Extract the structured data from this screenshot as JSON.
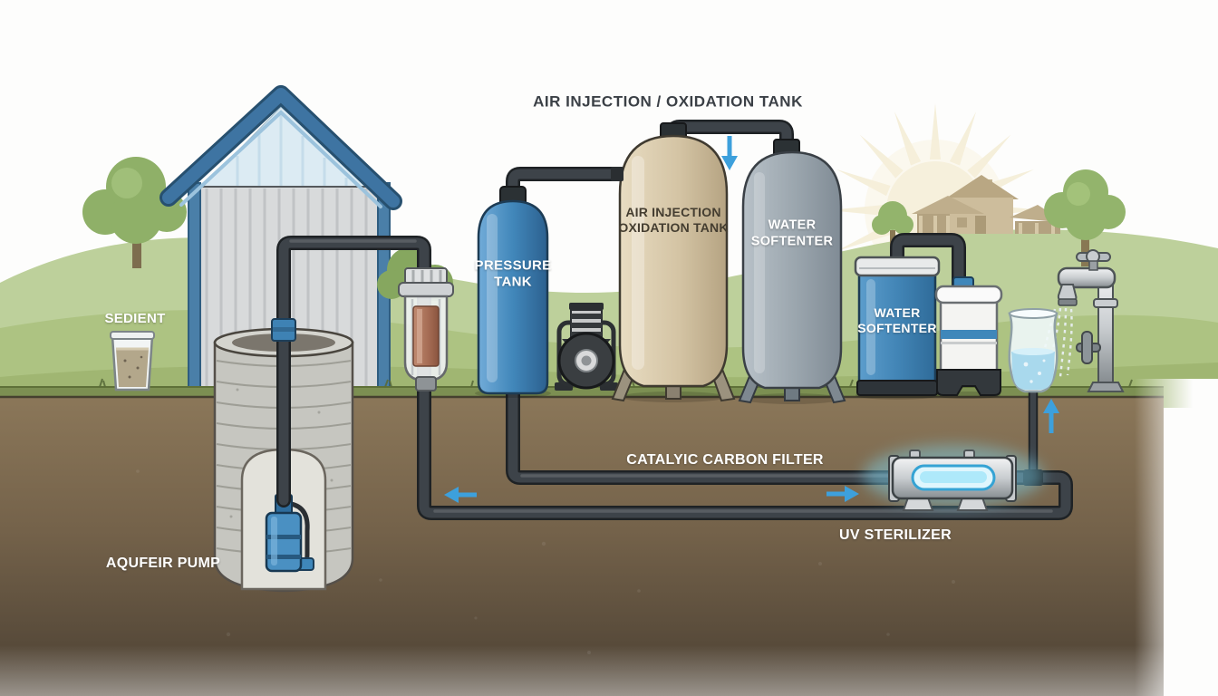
{
  "title": "AIR INJECTION / OXIDATION TANK",
  "labels": {
    "sediment_glass": "SEDIENT",
    "aquifer_pump": "AQUFEIR PUMP",
    "pressure_tank": "PRESSURE TANK",
    "air_injection_oxidation_tank": "AIR INJECTION OXIDATION TANK",
    "water_softener_large": "WATER SOFTENTER",
    "water_softener_small": "WATER SOFTENTER",
    "catalytic_carbon_filter": "CATALYIC CARBON FILTER",
    "uv_sterilizer": "UV STERILIZER"
  },
  "icons": {
    "flow_arrow_down": "↓",
    "flow_arrow_left": "←",
    "flow_arrow_right": "→",
    "flow_arrow_up": "↑"
  },
  "colors": {
    "flow_arrow": "#3da0dc",
    "pipe": "#3d4349",
    "pressure_tank_blue": "#3c7cb0",
    "oxidation_tank_beige": "#cdbc9d",
    "softener_gray": "#98a3ab",
    "softener_blue": "#3878aa",
    "grass_green": "#a9bf7c",
    "soil_brown": "#7a684f",
    "uv_glow": "#7fd8f3",
    "roof_blue": "#3e74a2"
  }
}
